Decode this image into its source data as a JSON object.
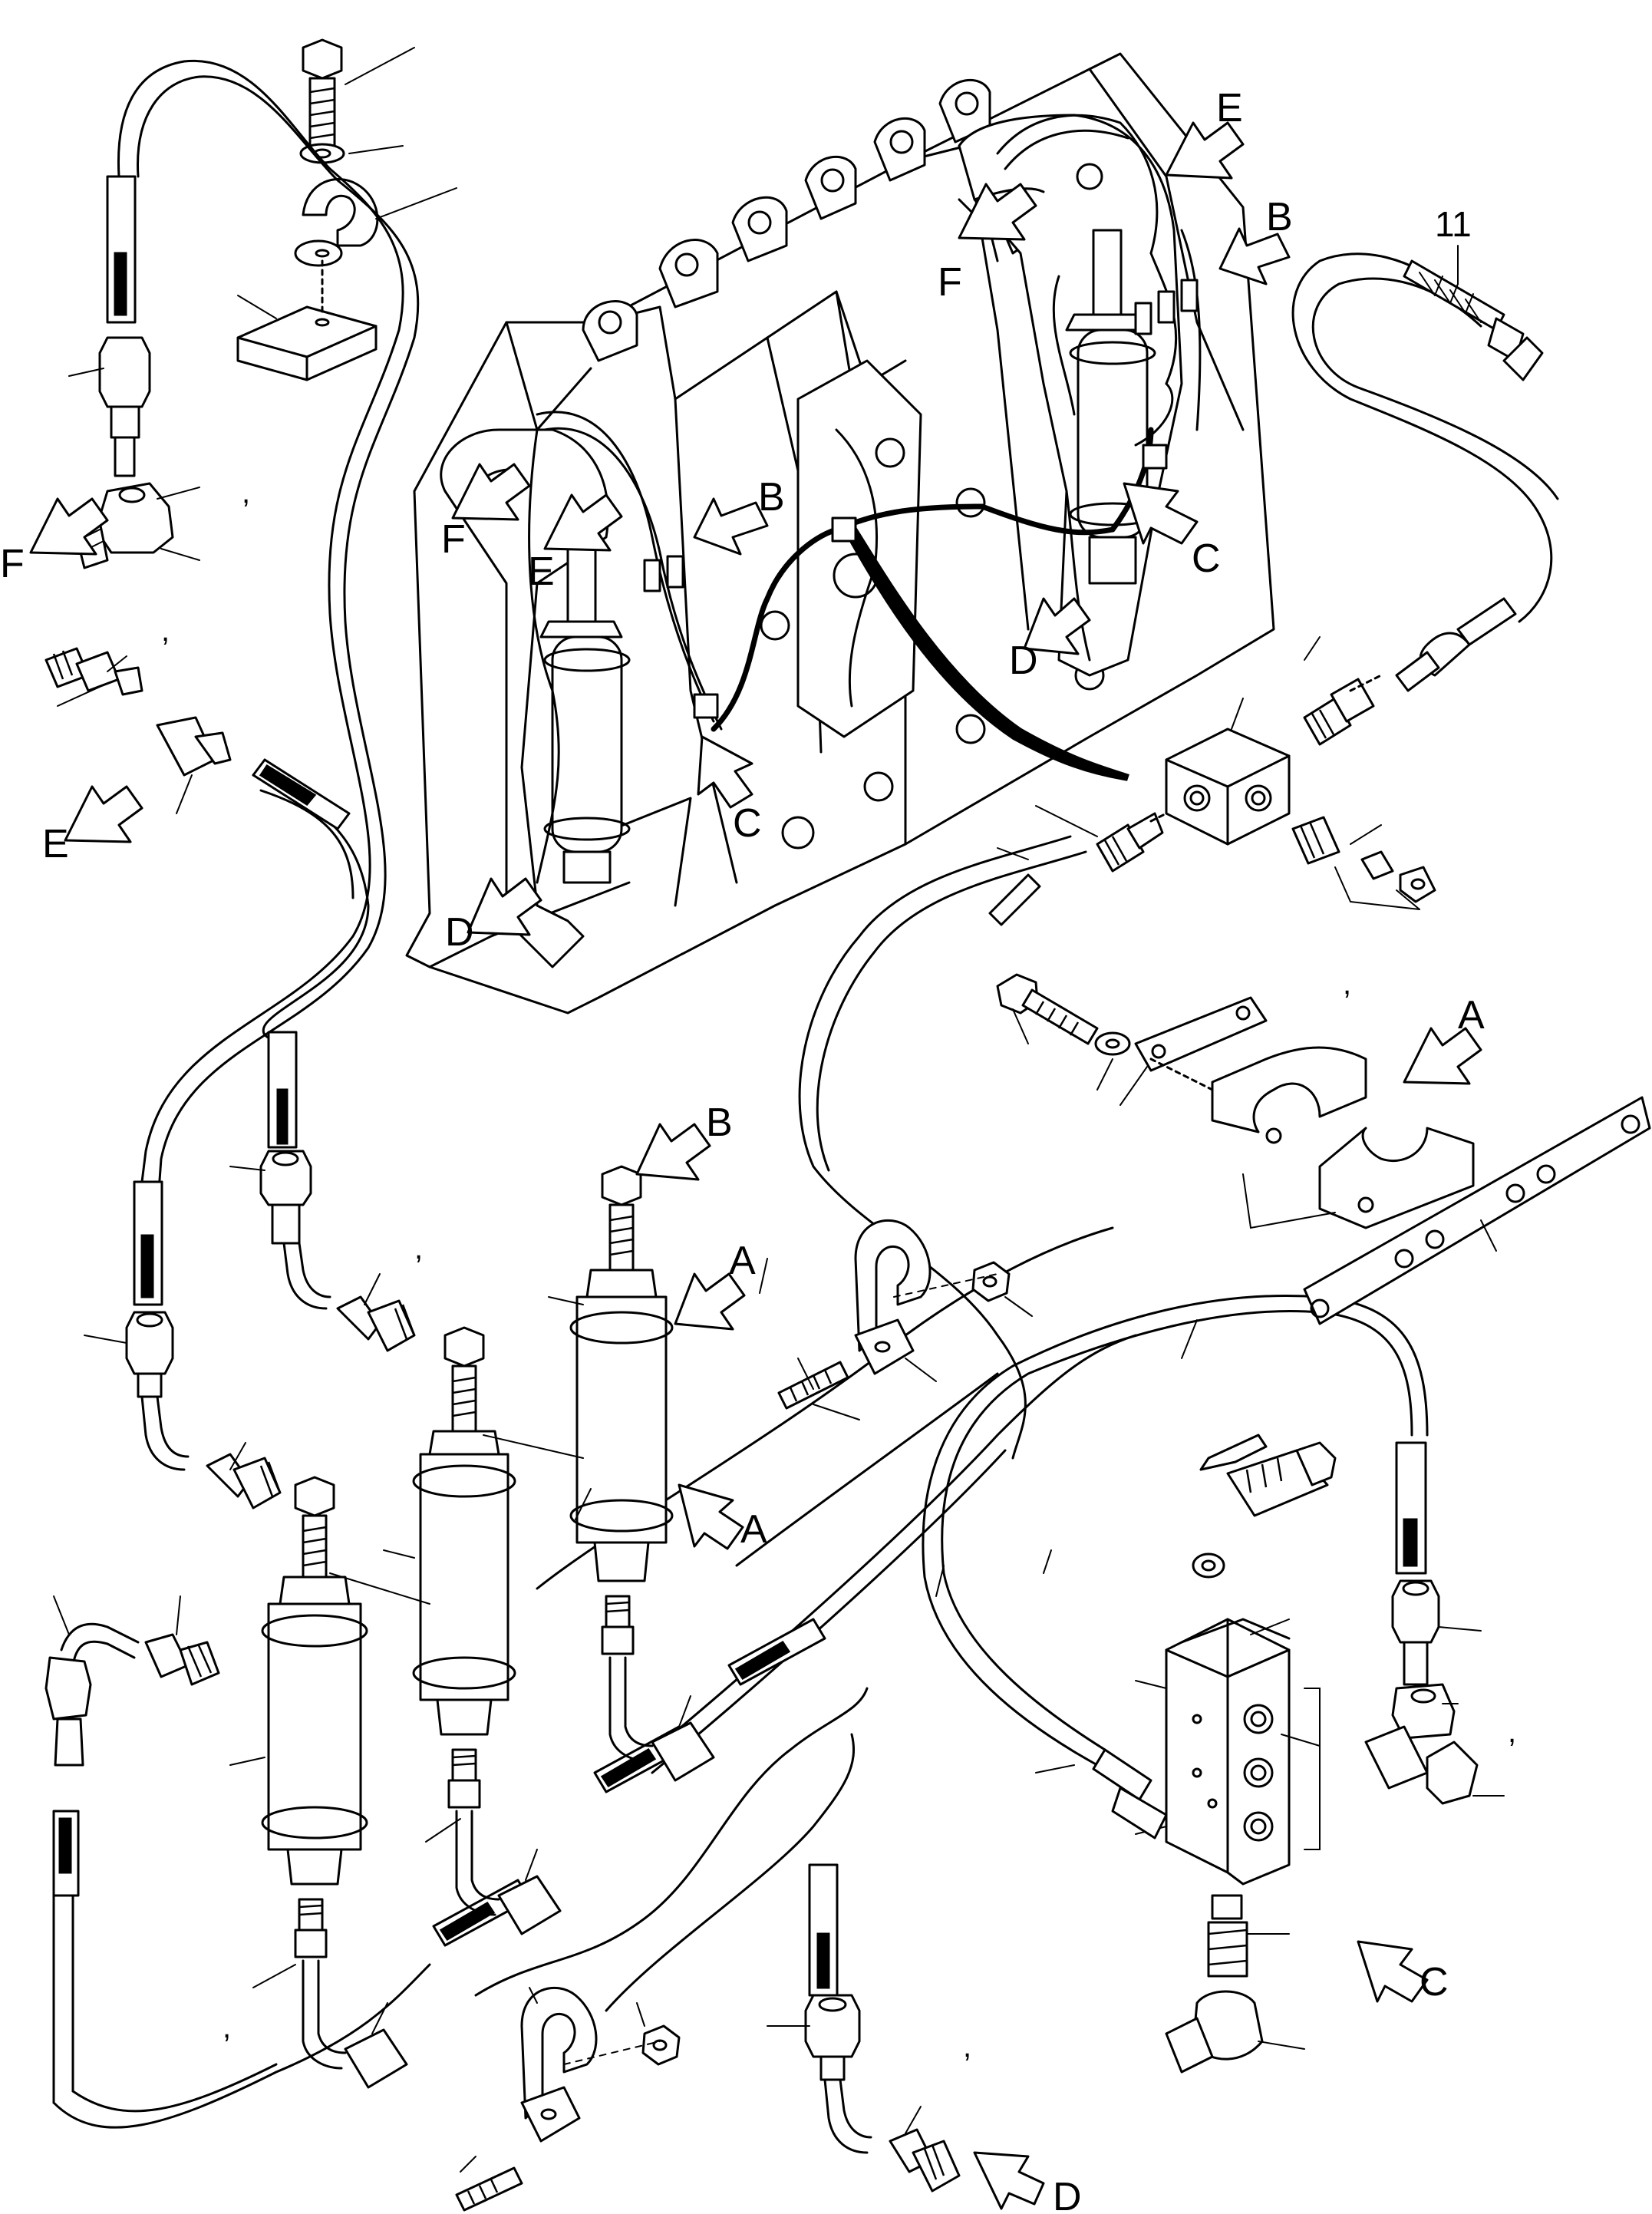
{
  "labels": {
    "A": "A",
    "B": "B",
    "C": "C",
    "D": "D",
    "E": "E",
    "F": "F",
    "part_11": "11",
    "comma": ","
  },
  "colors": {
    "line": "#000000",
    "background": "#ffffff"
  }
}
